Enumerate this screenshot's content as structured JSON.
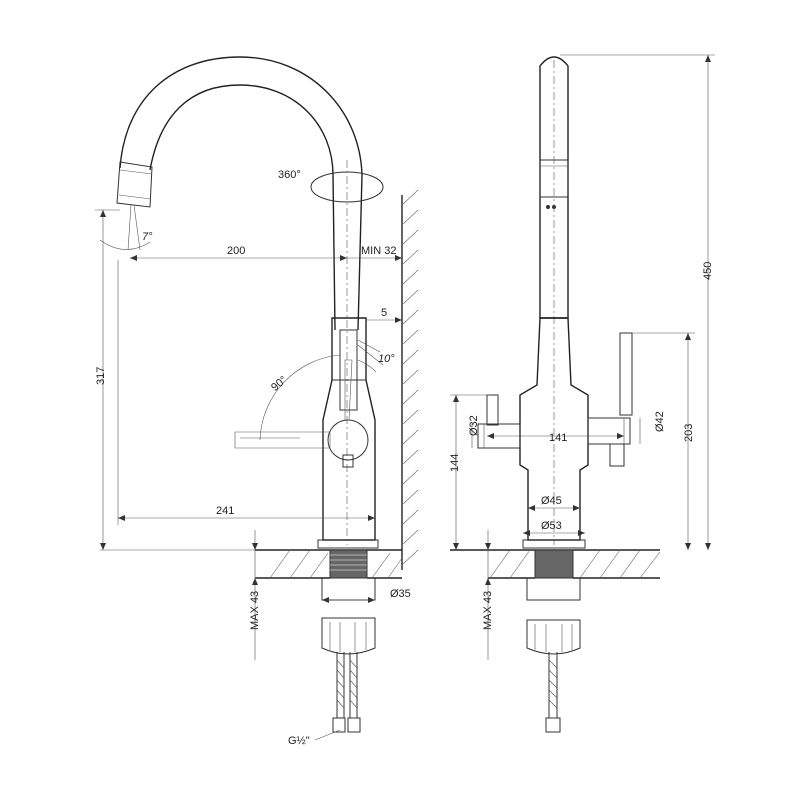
{
  "dimensions": {
    "rotation": "360°",
    "spout_angle": "7°",
    "reach": "200",
    "min_wall": "MIN 32",
    "offset": "5",
    "tilt": "10°",
    "lever_angle": "90°",
    "height_left": "317",
    "depth": "241",
    "base_dia": "Ø35",
    "max_left": "MAX 43",
    "thread": "G½\"",
    "total_height": "450",
    "handle_height": "203",
    "body_height": "144",
    "left_dia": "Ø32",
    "width": "141",
    "right_dia": "Ø42",
    "stem_dia": "Ø45",
    "foot_dia": "Ø53",
    "max_right": "MAX 43"
  }
}
